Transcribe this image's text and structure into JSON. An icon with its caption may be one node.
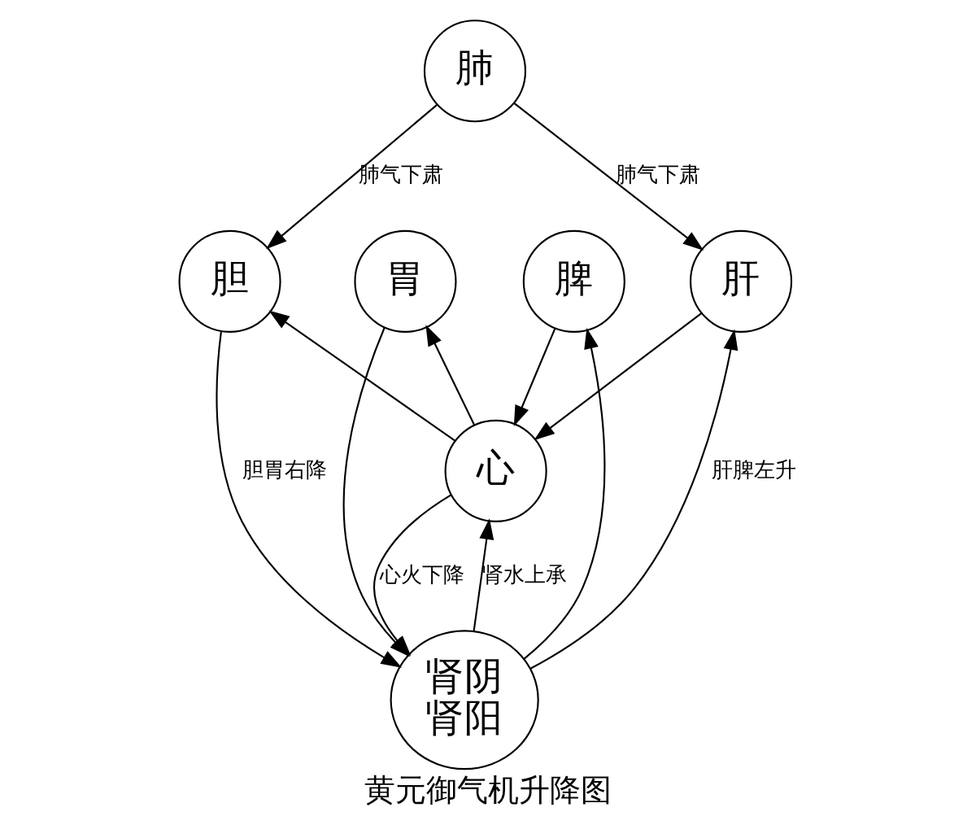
{
  "diagram": {
    "caption": "黄元御气机升降图",
    "nodes": [
      {
        "text": [
          "肺"
        ]
      },
      {
        "text": [
          "心"
        ]
      },
      {
        "text": [
          "肝"
        ]
      },
      {
        "text": [
          "脾"
        ]
      },
      {
        "text": [
          "胃"
        ]
      },
      {
        "text": [
          "胆"
        ]
      },
      {
        "text": [
          "肾阴",
          "肾阳"
        ]
      }
    ],
    "edges": [
      {
        "from": 0,
        "to": 2,
        "arrow": "to",
        "label": "肺气下肃"
      },
      {
        "from": 0,
        "to": 5,
        "arrow": "to",
        "label": "肺气下肃"
      },
      {
        "from": 2,
        "to": 1,
        "arrow": "to"
      },
      {
        "from": 3,
        "to": 1,
        "arrow": "to"
      },
      {
        "from": 1,
        "to": 4,
        "arrow": "to"
      },
      {
        "from": 1,
        "to": 5,
        "arrow": "to"
      },
      {
        "from": 6,
        "to": 1,
        "arrow": "to",
        "label": "肾水上承"
      },
      {
        "from": 1,
        "to": 6,
        "arrow": "to",
        "label": "心火下降"
      },
      {
        "from": 6,
        "to": 2,
        "arrow": "to",
        "label": "肝脾左升"
      },
      {
        "from": 6,
        "to": 3,
        "arrow": "to"
      },
      {
        "from": 4,
        "to": 6,
        "arrow": "to"
      },
      {
        "from": 5,
        "to": 6,
        "arrow": "to",
        "label": "胆胃右降"
      }
    ]
  }
}
